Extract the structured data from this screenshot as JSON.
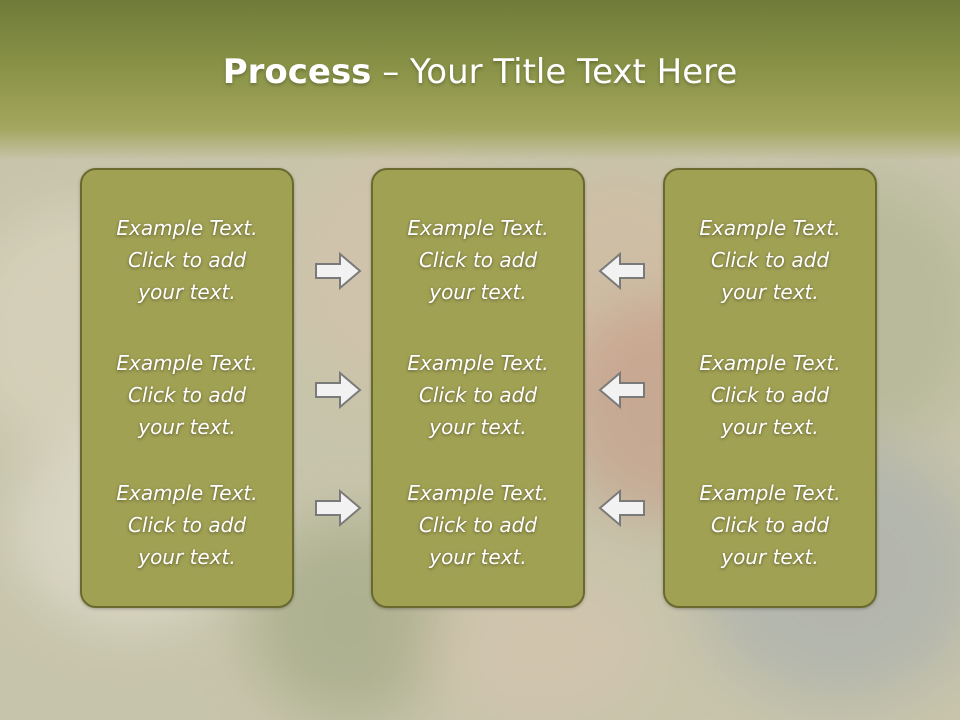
{
  "slide": {
    "title_bold": "Process",
    "title_rest": " – Your Title Text Here"
  },
  "columns": [
    {
      "items": [
        {
          "line1": "Example Text.",
          "line2": "Click  to add",
          "line3": "your text."
        },
        {
          "line1": "Example Text.",
          "line2": "Click  to add",
          "line3": "your text."
        },
        {
          "line1": "Example Text.",
          "line2": "Click  to add",
          "line3": "your text."
        }
      ]
    },
    {
      "items": [
        {
          "line1": "Example Text.",
          "line2": "Click  to add",
          "line3": "your text."
        },
        {
          "line1": "Example Text.",
          "line2": "Click  to add",
          "line3": "your text."
        },
        {
          "line1": "Example Text.",
          "line2": "Click  to add",
          "line3": "your text."
        }
      ]
    },
    {
      "items": [
        {
          "line1": "Example Text.",
          "line2": "Click  to add",
          "line3": "your text."
        },
        {
          "line1": "Example Text.",
          "line2": "Click  to add",
          "line3": "your text."
        },
        {
          "line1": "Example Text.",
          "line2": "Click  to add",
          "line3": "your text."
        }
      ]
    }
  ],
  "icons": {
    "left_arrows": "arrow-right-icon",
    "right_arrows": "arrow-left-icon"
  },
  "colors": {
    "header": "#7b8540",
    "panel_fill": "#a1a154",
    "panel_border": "#6a6a2e",
    "text": "#ffffff"
  }
}
